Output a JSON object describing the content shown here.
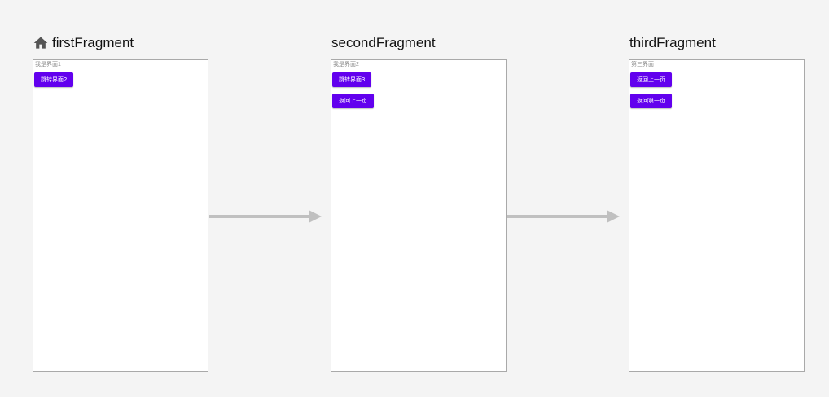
{
  "destinations": [
    {
      "title": "firstFragment",
      "is_start": true,
      "screen_label": "我是界面1",
      "buttons": [
        "跳转界面2"
      ]
    },
    {
      "title": "secondFragment",
      "is_start": false,
      "screen_label": "我是界面2",
      "buttons": [
        "跳转界面3",
        "返回上一页"
      ]
    },
    {
      "title": "thirdFragment",
      "is_start": false,
      "screen_label": "第三界面",
      "buttons": [
        "返回上一页",
        "返回第一页"
      ]
    }
  ],
  "icons": {
    "start_destination": "home-icon"
  },
  "colors": {
    "canvas_background": "#f4f4f4",
    "button_primary": "#6200ee",
    "action_arrow": "#c0c0c0",
    "home_icon": "#555555"
  }
}
